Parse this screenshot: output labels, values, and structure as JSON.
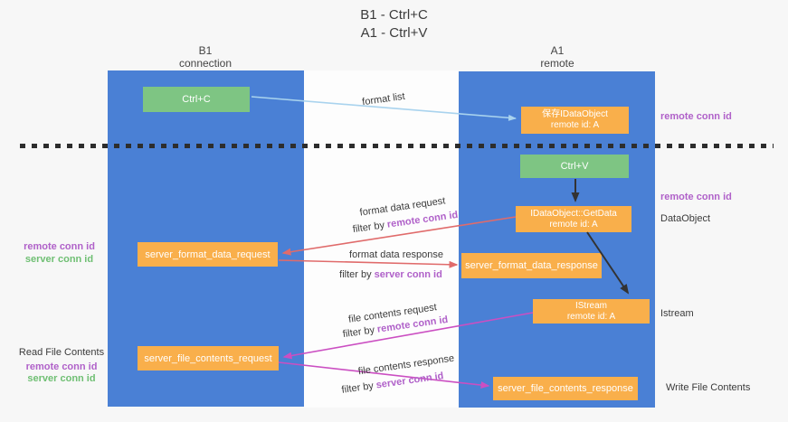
{
  "title": {
    "line1": "B1 - Ctrl+C",
    "line2": "A1 - Ctrl+V"
  },
  "columns": {
    "left": {
      "name": "B1",
      "role": "connection"
    },
    "right": {
      "name": "A1",
      "role": "remote"
    }
  },
  "nodes": {
    "ctrl_c": "Ctrl+C",
    "ctrl_v": "Ctrl+V",
    "save_idataobject": {
      "line1": "保存IDataObject",
      "line2": "remote id: A"
    },
    "idataobject_getdata": {
      "line1": "IDataObject::GetData",
      "line2": "remote id: A"
    },
    "istream_node": {
      "line1": "IStream",
      "line2": "remote id: A"
    },
    "server_format_data_request": "server_format_data_request",
    "server_format_data_response": "server_format_data_response",
    "server_file_contents_request": "server_file_contents_request",
    "server_file_contents_response": "server_file_contents_response"
  },
  "edge_labels": {
    "format_list": "format list",
    "format_data_request": "format data request",
    "format_data_response": "format data response",
    "file_contents_request": "file contents request",
    "file_contents_response": "file contents response",
    "filter_by": "filter by",
    "remote_conn_id": "remote conn id",
    "server_conn_id": "server conn id"
  },
  "side_labels": {
    "right_remote_conn_id_top": "remote conn id",
    "right_remote_conn_id_mid": "remote conn id",
    "data_object": "DataObject",
    "istream": "Istream",
    "write_file_contents": "Write File Contents",
    "left_remote_conn_id_top": "remote conn id",
    "left_server_conn_id_top": "server conn id",
    "read_file_contents": "Read File Contents",
    "left_remote_conn_id_bottom": "remote conn id",
    "left_server_conn_id_bottom": "server conn id"
  },
  "colors": {
    "column_blue": "#4a80d5",
    "node_green": "#7ec583",
    "node_orange": "#f9af4b",
    "purple_text": "#b061c9",
    "green_text": "#6fbf73",
    "arrow_blue": "#a9d3ee",
    "arrow_salmon": "#e06b6b",
    "arrow_magenta": "#cb4fc2",
    "arrow_black": "#333333",
    "background": "#f7f7f7"
  }
}
